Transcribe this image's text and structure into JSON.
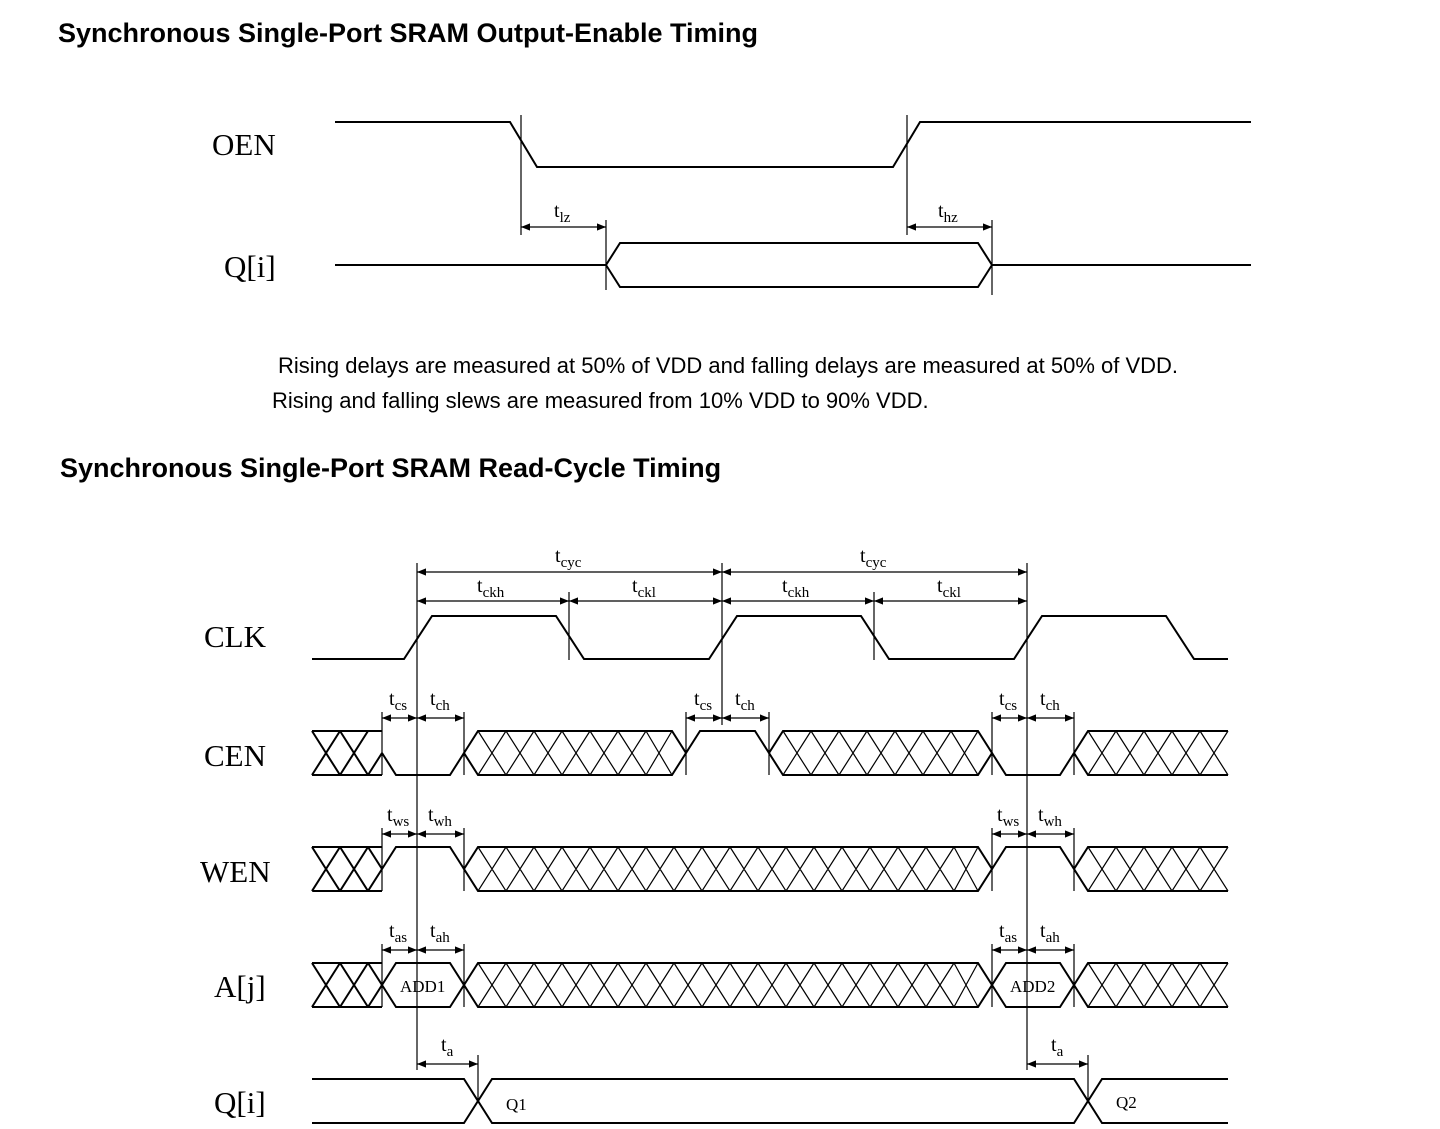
{
  "titles": {
    "oe": "Synchronous Single-Port SRAM Output-Enable Timing",
    "read": "Synchronous Single-Port SRAM Read-Cycle Timing"
  },
  "notes": {
    "line1": "Rising delays are measured at 50% of VDD and falling delays are measured at 50% of VDD.",
    "line2": "Rising and falling slews are measured from 10% VDD to 90% VDD."
  },
  "signals": {
    "oen": "OEN",
    "q_oe": "Q[i]",
    "clk": "CLK",
    "cen": "CEN",
    "wen": "WEN",
    "addr": "A[j]",
    "q_read": "Q[i]"
  },
  "timing_labels": {
    "tlz": {
      "t": "t",
      "sub": "lz"
    },
    "thz": {
      "t": "t",
      "sub": "hz"
    },
    "tcyc1": {
      "t": "t",
      "sub": "cyc"
    },
    "tcyc2": {
      "t": "t",
      "sub": "cyc"
    },
    "tckh1": {
      "t": "t",
      "sub": "ckh"
    },
    "tckl1": {
      "t": "t",
      "sub": "ckl"
    },
    "tckh2": {
      "t": "t",
      "sub": "ckh"
    },
    "tckl2": {
      "t": "t",
      "sub": "ckl"
    },
    "tcs1": {
      "t": "t",
      "sub": "cs"
    },
    "tch1": {
      "t": "t",
      "sub": "ch"
    },
    "tcs2": {
      "t": "t",
      "sub": "cs"
    },
    "tch2": {
      "t": "t",
      "sub": "ch"
    },
    "tcs3": {
      "t": "t",
      "sub": "cs"
    },
    "tch3": {
      "t": "t",
      "sub": "ch"
    },
    "tws1": {
      "t": "t",
      "sub": "ws"
    },
    "twh1": {
      "t": "t",
      "sub": "wh"
    },
    "tws2": {
      "t": "t",
      "sub": "ws"
    },
    "twh2": {
      "t": "t",
      "sub": "wh"
    },
    "tas1": {
      "t": "t",
      "sub": "as"
    },
    "tah1": {
      "t": "t",
      "sub": "ah"
    },
    "tas2": {
      "t": "t",
      "sub": "as"
    },
    "tah2": {
      "t": "t",
      "sub": "ah"
    },
    "ta1": {
      "t": "t",
      "sub": "a"
    },
    "ta2": {
      "t": "t",
      "sub": "a"
    }
  },
  "bus_values": {
    "add1": "ADD1",
    "add2": "ADD2",
    "q1": "Q1",
    "q2": "Q2"
  }
}
